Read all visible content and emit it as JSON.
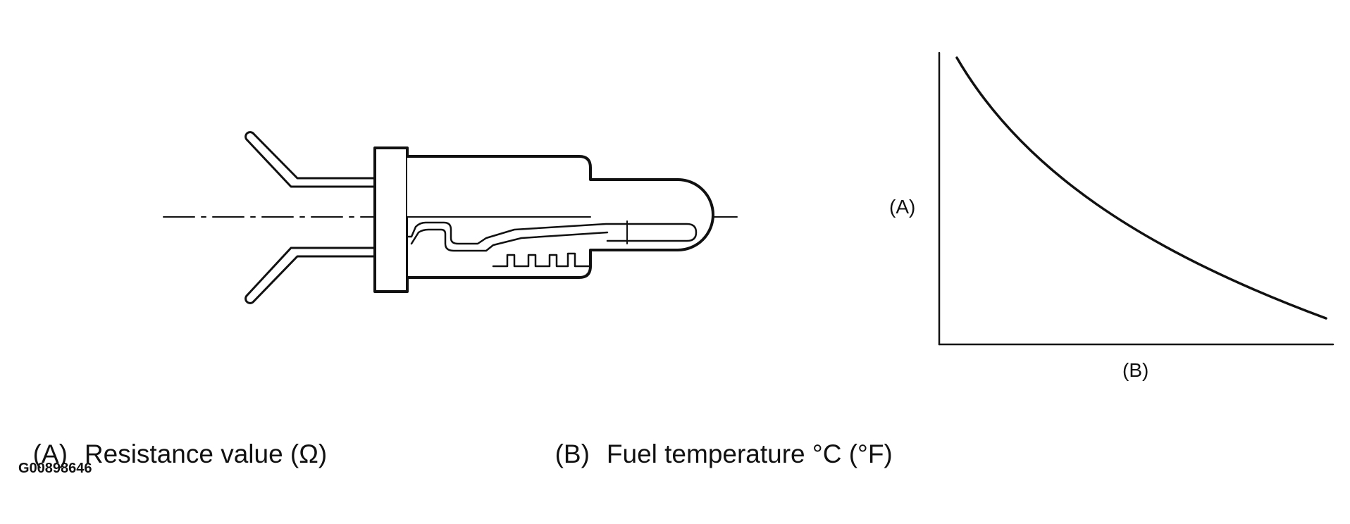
{
  "diagram": {
    "sensor_name": "fuel-temperature-sensor",
    "graph": {
      "y_axis_label": "(A)",
      "x_axis_label": "(B)",
      "curve_shape": "decreasing"
    }
  },
  "legend": [
    {
      "key": "(A)",
      "text": "Resistance value (Ω)"
    },
    {
      "key": "(B)",
      "text": "Fuel temperature °C (°F)"
    }
  ],
  "figure_id": "G00898646",
  "colors": {
    "line": "#111111",
    "background": "#ffffff"
  }
}
